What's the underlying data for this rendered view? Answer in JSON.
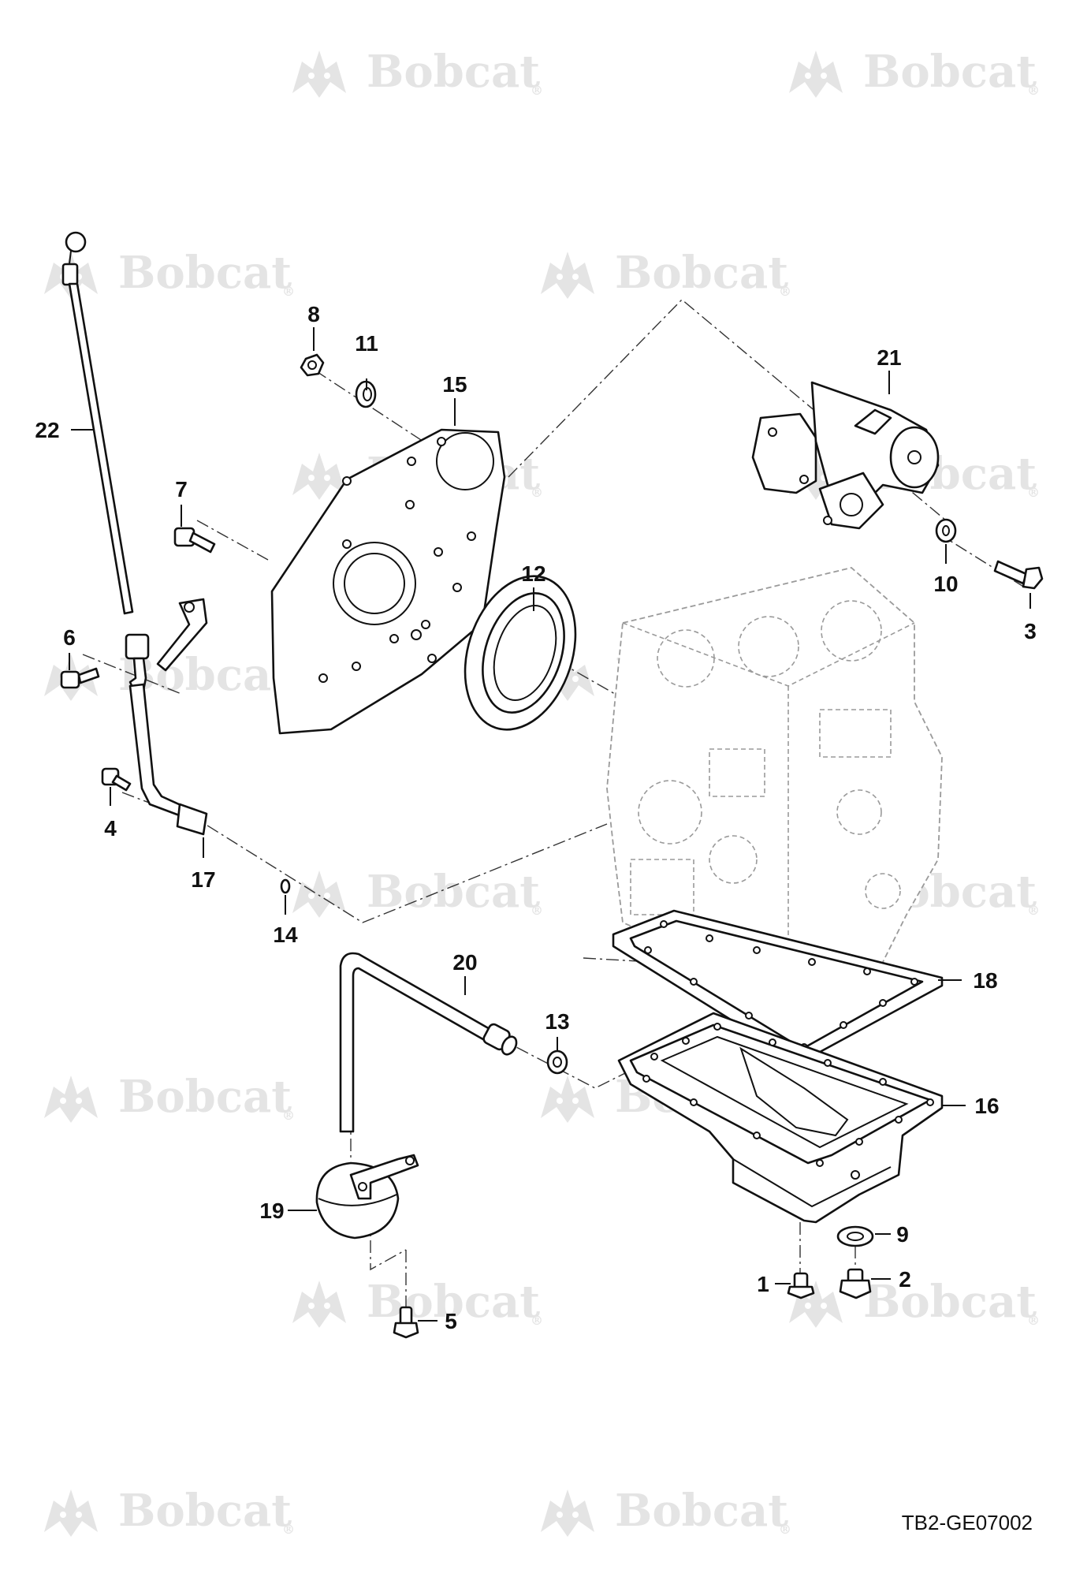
{
  "watermark": {
    "text": "Bobcat",
    "mark": "®",
    "color": "#e4e4e4"
  },
  "reference_code": "TB2-GE07002",
  "callouts": {
    "p1": "1",
    "p2": "2",
    "p3": "3",
    "p4": "4",
    "p5": "5",
    "p6": "6",
    "p7": "7",
    "p8": "8",
    "p9": "9",
    "p10": "10",
    "p11": "11",
    "p12": "12",
    "p13": "13",
    "p14": "14",
    "p15": "15",
    "p16": "16",
    "p17": "17",
    "p18": "18",
    "p19": "19",
    "p20": "20",
    "p21": "21",
    "p22": "22"
  },
  "icons": {
    "watermark_logo": "bobcat-logo-icon"
  }
}
